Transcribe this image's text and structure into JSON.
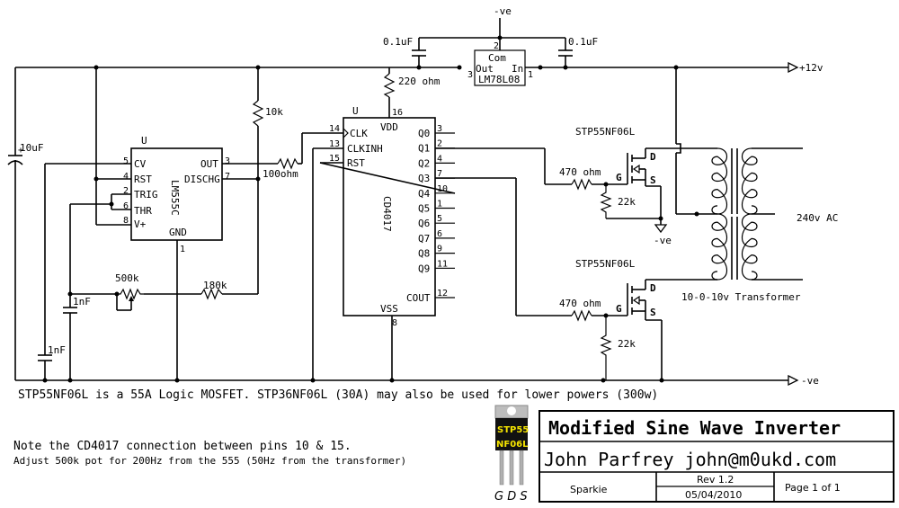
{
  "schematic": {
    "rails": {
      "plus12": "+12v",
      "minus_top": "-ve",
      "minus_right": "-ve",
      "minus_mosfet1": "-ve"
    },
    "regulator": {
      "name": "LM78L08",
      "pins": {
        "com": "Com",
        "out": "Out",
        "in": "In",
        "pin_com": "2",
        "pin_out": "3",
        "pin_in": "1"
      },
      "cap_left": "0.1uF",
      "cap_right": "0.1uF"
    },
    "timer": {
      "ref": "U",
      "name": "LM555C",
      "left_pins": [
        {
          "num": "5",
          "label": "CV"
        },
        {
          "num": "4",
          "label": "RST"
        },
        {
          "num": "2",
          "label": "TRIG"
        },
        {
          "num": "6",
          "label": "THR"
        },
        {
          "num": "8",
          "label": "V+"
        }
      ],
      "right_pins": [
        {
          "num": "3",
          "label": "OUT"
        },
        {
          "num": "7",
          "label": "DISCHG"
        }
      ],
      "bottom_pin": {
        "num": "1",
        "label": "GND"
      }
    },
    "counter": {
      "ref": "U",
      "name": "CD4017",
      "top_pin": {
        "num": "16",
        "label": "VDD"
      },
      "bottom_pin": {
        "num": "8",
        "label": "VSS"
      },
      "left_pins": [
        {
          "num": "14",
          "label": "CLK"
        },
        {
          "num": "13",
          "label": "CLKINH"
        },
        {
          "num": "15",
          "label": "RST"
        }
      ],
      "right_pins": [
        {
          "num": "3",
          "label": "Q0"
        },
        {
          "num": "2",
          "label": "Q1"
        },
        {
          "num": "4",
          "label": "Q2"
        },
        {
          "num": "7",
          "label": "Q3"
        },
        {
          "num": "10",
          "label": "Q4"
        },
        {
          "num": "1",
          "label": "Q5"
        },
        {
          "num": "5",
          "label": "Q6"
        },
        {
          "num": "6",
          "label": "Q7"
        },
        {
          "num": "9",
          "label": "Q8"
        },
        {
          "num": "11",
          "label": "Q9"
        },
        {
          "num": "12",
          "label": "COUT"
        }
      ]
    },
    "components": {
      "c_10uF": "10uF",
      "r_10k": "10k",
      "r_100ohm": "100ohm",
      "r_220ohm": "220 ohm",
      "pot_500k": "500k",
      "r_180k": "180k",
      "c_1nF_a": "1nF",
      "c_1nF_b": "1nF",
      "mosfet1": {
        "name": "STP55NF06L",
        "gate_r": "470 ohm",
        "pulldown": "22k",
        "g": "G",
        "d": "D",
        "s": "S"
      },
      "mosfet2": {
        "name": "STP55NF06L",
        "gate_r": "470 ohm",
        "pulldown": "22k",
        "g": "G",
        "d": "D",
        "s": "S"
      },
      "transformer": "10-0-10v Transformer",
      "ac_output": "240v AC"
    }
  },
  "notes": {
    "mosfet_note": "STP55NF06L is a 55A Logic MOSFET. STP36NF06L (30A) may also be used for lower powers (300w)",
    "cd4017_note": "Note the CD4017 connection between pins 10 & 15.",
    "pot_note": "Adjust 500k pot for 200Hz from the 555 (50Hz from the transformer)"
  },
  "package_image": {
    "label_line1": "STP55",
    "label_line2": "NF06L",
    "pins": "G D S",
    "label_color": "#f5e400"
  },
  "title_block": {
    "title": "Modified Sine Wave Inverter",
    "author": "John Parfrey john@m0ukd.com",
    "company": "Sparkie",
    "revision": "Rev 1.2",
    "date": "05/04/2010",
    "page": "Page 1 of 1"
  }
}
